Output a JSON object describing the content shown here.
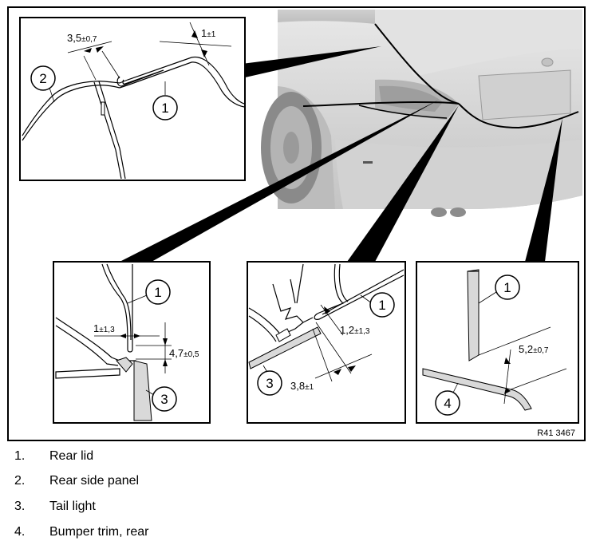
{
  "figure": {
    "reference": "R41 3467",
    "callouts": {
      "top": [
        "2",
        "1"
      ],
      "left": [
        "1",
        "3"
      ],
      "middle": [
        "1",
        "3"
      ],
      "right": [
        "1",
        "4"
      ]
    },
    "dimensions": {
      "top_gap": "3,5",
      "top_gap_tol": "±0,7",
      "top_offset": "1",
      "top_offset_tol": "±1",
      "left_gap": "1",
      "left_gap_tol": "±1,3",
      "left_height": "4,7",
      "left_height_tol": "±0,5",
      "middle_gap": "1,2",
      "middle_gap_tol": "±1,3",
      "middle_offset": "3,8",
      "middle_offset_tol": "±1",
      "right_gap": "5,2",
      "right_gap_tol": "±0,7"
    }
  },
  "legend": [
    {
      "num": "1.",
      "label": "Rear lid"
    },
    {
      "num": "2.",
      "label": "Rear side panel"
    },
    {
      "num": "3.",
      "label": "Tail light"
    },
    {
      "num": "4.",
      "label": "Bumper trim, rear"
    }
  ]
}
